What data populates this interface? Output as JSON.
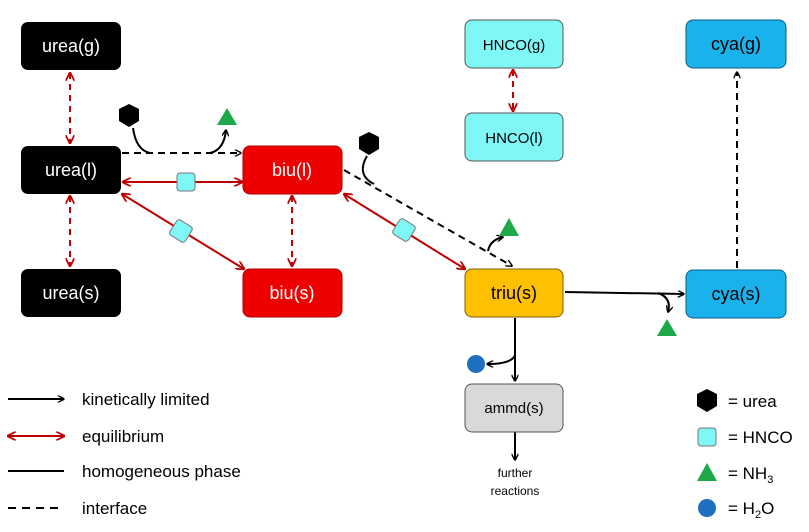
{
  "colors": {
    "black": "#000000",
    "red": "#ee0000",
    "cyan": "#7ff7f7",
    "blue": "#1ab2ec",
    "yellow": "#ffc000",
    "gray": "#d9d9d9",
    "equilibrium_arrow": "#c00000",
    "nh3_green": "#1ea84a",
    "h2o_blue": "#1f6fc0"
  },
  "nodes": {
    "urea_g": "urea(g)",
    "urea_l": "urea(l)",
    "urea_s": "urea(s)",
    "biu_l": "biu(l)",
    "biu_s": "biu(s)",
    "hnco_g": "HNCO(g)",
    "hnco_l": "HNCO(l)",
    "triu_s": "triu(s)",
    "cya_g": "cya(g)",
    "cya_s": "cya(s)",
    "ammd_s": "ammd(s)"
  },
  "notes": {
    "further_line1": "further",
    "further_line2": "reactions"
  },
  "legend_left": {
    "kinetic": "kinetically limited",
    "equilibrium": "equilibrium",
    "homogeneous": "homogeneous phase",
    "interface": "interface"
  },
  "legend_right": {
    "urea": "= urea",
    "hnco": "= HNCO",
    "nh3_prefix": "= NH",
    "nh3_sub": "3",
    "h2o_prefix": "= H",
    "h2o_sub": "2",
    "h2o_suffix": "O"
  },
  "symbols": {
    "urea": "black-hexagon",
    "hnco": "cyan-square",
    "nh3": "green-triangle",
    "h2o": "blue-circle"
  }
}
